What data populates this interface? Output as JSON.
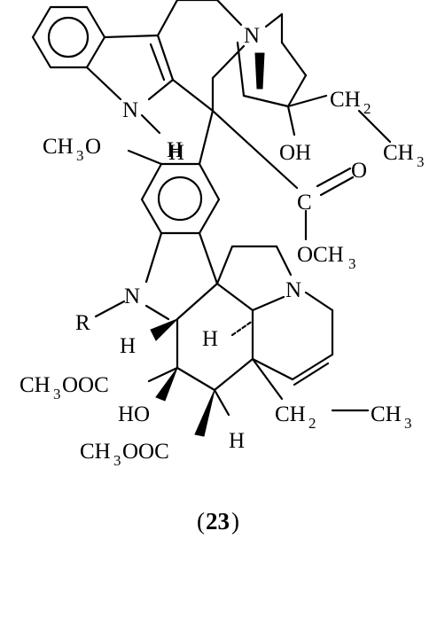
{
  "compound_number": "23",
  "caption": {
    "open": "(",
    "number": "23",
    "close": ")"
  },
  "labels": {
    "N_indole": "N",
    "H_indole": "H",
    "N_upper": "N",
    "CH2_upper": "CH",
    "CH2_upper_sub": "2",
    "CH3_upper": "CH",
    "CH3_upper_sub": "3",
    "OH_upper": "OH",
    "O_carbonyl": "O",
    "C_ester": "C",
    "OCH3": "OCH",
    "OCH3_sub": "3",
    "CH3O": "CH",
    "CH3O_sub": "3",
    "CH3O_tail": "O",
    "H_arom": "H",
    "N_vindoline": "N",
    "R": "R",
    "H_left": "H",
    "H_mid": "H",
    "N_right": "N",
    "ester1_a": "CH",
    "ester1_sub": "3",
    "ester1_b": "OOC",
    "HO": "HO",
    "ester2_a": "CH",
    "ester2_sub": "3",
    "ester2_b": "OOC",
    "H_bottom": "H",
    "ethyl_CH2": "CH",
    "ethyl_CH2_sub": "2",
    "ethyl_CH3": "CH",
    "ethyl_CH3_sub": "3"
  }
}
